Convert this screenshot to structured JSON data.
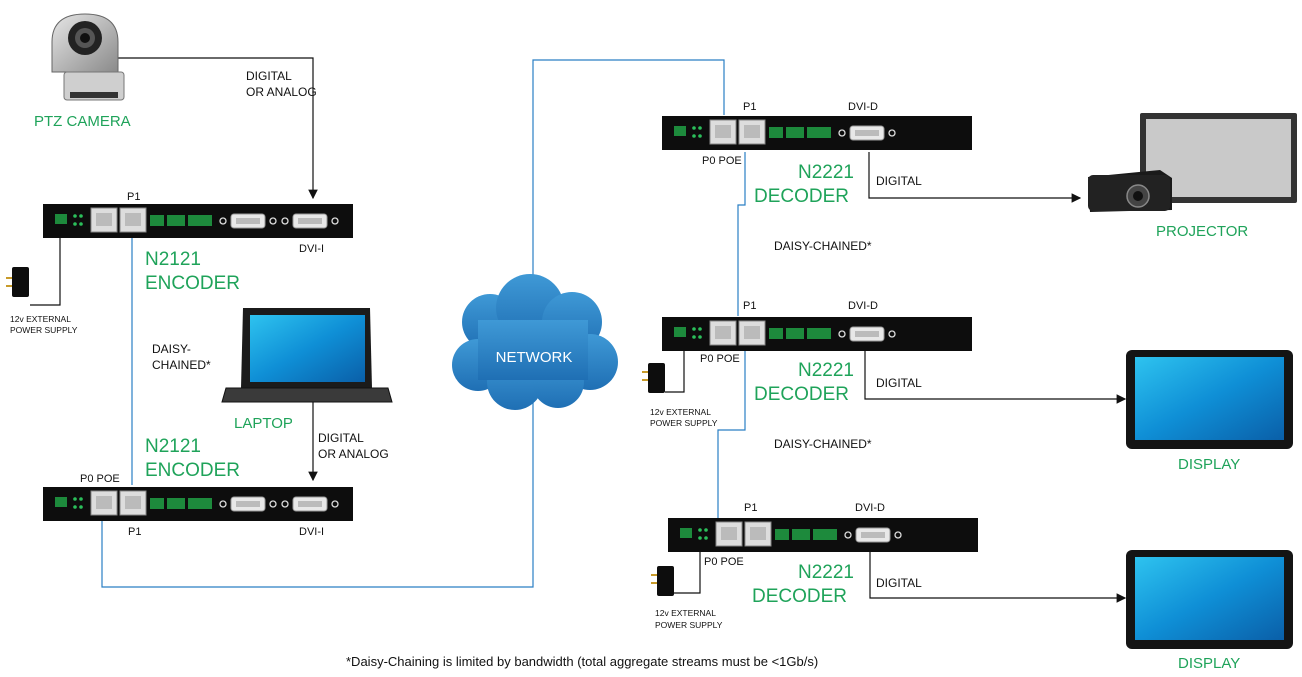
{
  "camera": {
    "label": "PTZ CAMERA",
    "signal": [
      "DIGITAL",
      "OR ANALOG"
    ]
  },
  "encoder_top": {
    "name": [
      "N2121",
      "ENCODER"
    ],
    "port_p1": "P1",
    "port_dvi": "DVI-I"
  },
  "encoder_bottom": {
    "name": [
      "N2121",
      "ENCODER"
    ],
    "port_poe": "P0 POE",
    "port_p1": "P1",
    "port_dvi": "DVI-I"
  },
  "encoder_daisy": [
    "DAISY-",
    "CHAINED*"
  ],
  "encoder_power": [
    "12v EXTERNAL",
    "POWER SUPPLY"
  ],
  "laptop": {
    "label": "LAPTOP",
    "signal": [
      "DIGITAL",
      "OR ANALOG"
    ]
  },
  "network": {
    "label": "NETWORK"
  },
  "decoder_1": {
    "name": [
      "N2221",
      "DECODER"
    ],
    "port_p1": "P1",
    "port_poe": "P0 POE",
    "port_dvi": "DVI-D",
    "signal": "DIGITAL"
  },
  "decoder_2": {
    "name": [
      "N2221",
      "DECODER"
    ],
    "port_p1": "P1",
    "port_poe": "P0 POE",
    "port_dvi": "DVI-D",
    "signal": "DIGITAL",
    "power": [
      "12v EXTERNAL",
      "POWER SUPPLY"
    ]
  },
  "decoder_3": {
    "name": [
      "N2221",
      "DECODER"
    ],
    "port_p1": "P1",
    "port_poe": "P0 POE",
    "port_dvi": "DVI-D",
    "signal": "DIGITAL",
    "power": [
      "12v EXTERNAL",
      "POWER SUPPLY"
    ]
  },
  "daisy_1": "DAISY-CHAINED*",
  "daisy_2": "DAISY-CHAINED*",
  "projector": {
    "label": "PROJECTOR"
  },
  "display_1": {
    "label": "DISPLAY"
  },
  "display_2": {
    "label": "DISPLAY"
  },
  "footnote": "*Daisy-Chaining is limited by bandwidth (total aggregate streams must be <1Gb/s)",
  "colors": {
    "network_line": "#2a7fc4",
    "label_green": "#1fa35a",
    "device_body": "#111111"
  }
}
